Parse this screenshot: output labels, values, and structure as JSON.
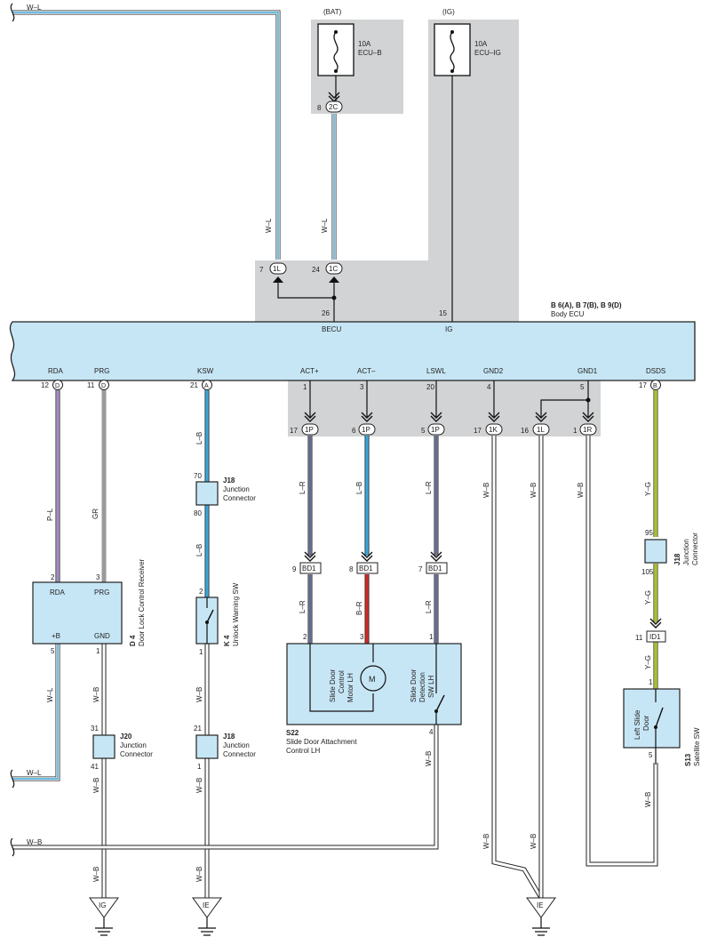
{
  "fuses": {
    "bat": {
      "source": "(BAT)",
      "rating": "10A",
      "name": "ECU–B"
    },
    "ig": {
      "source": "(IG)",
      "rating": "10A",
      "name": "ECU–IG"
    }
  },
  "ecu": {
    "code": "B 6(A), B 7(B), B 9(D)",
    "name": "Body ECU",
    "top_pins": [
      {
        "num": "26",
        "label": "BECU"
      },
      {
        "num": "15",
        "label": "IG"
      }
    ],
    "bottom_terminals": [
      {
        "label": "RDA",
        "num": "12",
        "conn": "D"
      },
      {
        "label": "PRG",
        "num": "11",
        "conn": "D"
      },
      {
        "label": "KSW",
        "num": "21",
        "conn": "A"
      },
      {
        "label": "ACT+",
        "num": "1",
        "conn": ""
      },
      {
        "label": "ACT–",
        "num": "3",
        "conn": ""
      },
      {
        "label": "LSWL",
        "num": "20",
        "conn": ""
      },
      {
        "label": "GND2",
        "num": "4",
        "conn": ""
      },
      {
        "label": "GND1",
        "num": "5",
        "conn": ""
      },
      {
        "label": "DSDS",
        "num": "17",
        "conn": "B"
      }
    ]
  },
  "connectors": {
    "c2C": {
      "id": "2C",
      "pin": "8"
    },
    "c1L_top": {
      "id": "1L",
      "pin": "7"
    },
    "c1C": {
      "id": "1C",
      "pin": "24"
    },
    "c1P_a": {
      "id": "1P",
      "pin": "17"
    },
    "c1P_b": {
      "id": "1P",
      "pin": "6"
    },
    "c1P_c": {
      "id": "1P",
      "pin": "5"
    },
    "c1K": {
      "id": "1K",
      "pin": "17"
    },
    "c1L": {
      "id": "1L",
      "pin": "16"
    },
    "c1R": {
      "id": "1R",
      "pin": "1"
    },
    "bd1_a": {
      "id": "BD1",
      "pin": "9"
    },
    "bd1_b": {
      "id": "BD1",
      "pin": "8"
    },
    "bd1_c": {
      "id": "BD1",
      "pin": "7"
    },
    "id1": {
      "id": "ID1",
      "pin": "11"
    }
  },
  "wires": {
    "wl": "W–L",
    "wb": "W–B",
    "pl": "P–L",
    "gr": "GR",
    "lb": "L–B",
    "lr": "L–R",
    "br": "B–R",
    "yg": "Y–G"
  },
  "junctions": {
    "j18_ksw": {
      "code": "J18",
      "name1": "Junction",
      "name2": "Connector",
      "pin_in": "70",
      "pin_out": "80"
    },
    "j18_kgnd": {
      "code": "J18",
      "name1": "Junction",
      "name2": "Connector",
      "pin_in": "21",
      "pin_out": "1"
    },
    "j20": {
      "code": "J20",
      "name1": "Junction",
      "name2": "Connector",
      "pin_in": "31",
      "pin_out": "41"
    },
    "j18_dsds": {
      "code": "J18",
      "name1": "Junction",
      "name2": "Connector",
      "pin_in": "95",
      "pin_out": "105"
    }
  },
  "components": {
    "d4": {
      "code": "D 4",
      "name": "Door Lock Control Receiver",
      "t1": "RDA",
      "t2": "PRG",
      "t3": "+B",
      "t4": "GND",
      "p1": "2",
      "p2": "3",
      "p3": "5",
      "p4": "1"
    },
    "k4": {
      "code": "K 4",
      "name": "Unlock Warning SW",
      "p_in": "2",
      "p_out": "1"
    },
    "s22": {
      "code": "S22",
      "name1": "Slide Door Attachment",
      "name2": "Control LH",
      "motor_l1": "Slide Door",
      "motor_l2": "Control",
      "motor_l3": "Motor LH",
      "motor_symbol": "M",
      "sw_l1": "Slide Door",
      "sw_l2": "Detection",
      "sw_l3": "SW LH",
      "p1": "2",
      "p2": "3",
      "p3": "1",
      "p4": "4"
    },
    "s13": {
      "code": "S13",
      "name": "Satellite SW",
      "l1": "Left Slide",
      "l2": "Door",
      "p_in": "1",
      "p_out": "5"
    }
  },
  "grounds": {
    "ig": "IG",
    "ie1": "IE",
    "ie2": "IE"
  },
  "colors": {
    "shade": "#d2d3d5",
    "ecu_fill": "#c7e6f5",
    "white": "#ffffff",
    "blue": "#3aa7dc",
    "pink": "#e58abf",
    "gray": "#9a9a9a",
    "red": "#d62828",
    "yellow": "#e3e02a",
    "green": "#55a84f",
    "black": "#111111"
  }
}
